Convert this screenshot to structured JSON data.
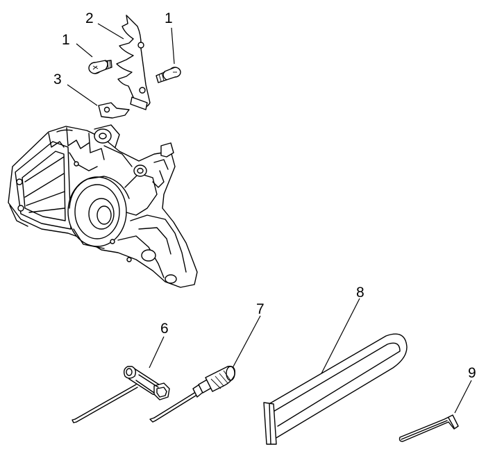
{
  "callouts": [
    {
      "id": "c1a",
      "label": "1"
    },
    {
      "id": "c2",
      "label": "2"
    },
    {
      "id": "c1b",
      "label": "1"
    },
    {
      "id": "c3",
      "label": "3"
    },
    {
      "id": "c6",
      "label": "6"
    },
    {
      "id": "c7",
      "label": "7"
    },
    {
      "id": "c8",
      "label": "8"
    },
    {
      "id": "c9",
      "label": "9"
    }
  ]
}
